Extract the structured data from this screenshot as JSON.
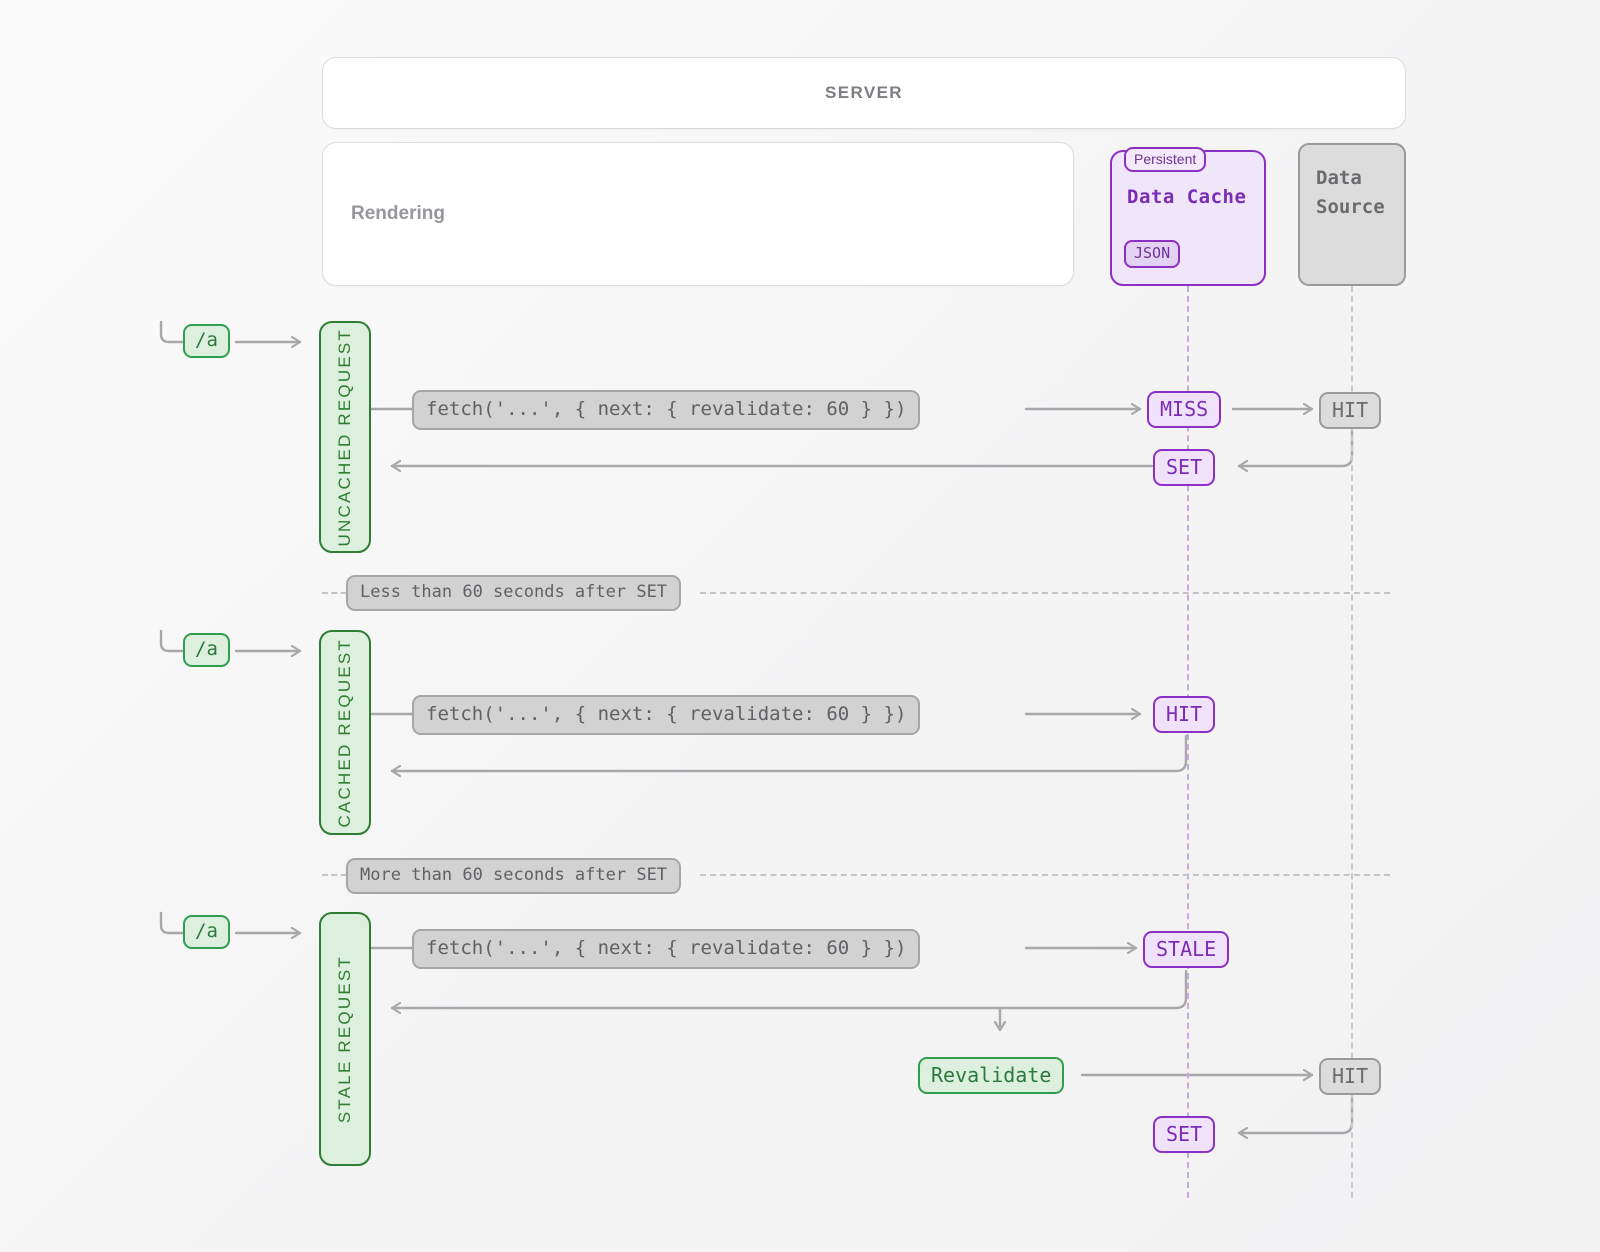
{
  "server": {
    "title": "SERVER"
  },
  "rendering": {
    "label": "Rendering"
  },
  "data_cache": {
    "title": "Data Cache",
    "persistent_chip": "Persistent",
    "json_chip": "JSON",
    "border_color": "#8c30c4",
    "fill_color": "#f0e6fa"
  },
  "data_source": {
    "label": "Data\nSource",
    "line1": "Data",
    "line2": "Source"
  },
  "code": {
    "fetch_call": "fetch('...', { next: { revalidate: 60 } })"
  },
  "route": {
    "path": "/a"
  },
  "sections": [
    {
      "id": "uncached",
      "label": "UNCACHED REQUEST",
      "route": "/a",
      "code": "fetch('...', { next: { revalidate: 60 } })",
      "cache_badge": "MISS",
      "source_badge": "HIT",
      "set_badge": "SET"
    },
    {
      "id": "cached",
      "label": "CACHED REQUEST",
      "route": "/a",
      "code": "fetch('...', { next: { revalidate: 60 } })",
      "cache_badge": "HIT"
    },
    {
      "id": "stale",
      "label": "STALE REQUEST",
      "route": "/a",
      "code": "fetch('...', { next: { revalidate: 60 } })",
      "cache_badge": "STALE",
      "revalidate_badge": "Revalidate",
      "source_badge": "HIT",
      "set_badge": "SET"
    }
  ],
  "dividers": [
    {
      "id": "divider-less",
      "label": "Less than 60 seconds after SET"
    },
    {
      "id": "divider-more",
      "label": "More than 60 seconds after SET"
    }
  ],
  "colors": {
    "green_border": "#2f9e4f",
    "green_fill": "#ddf0de",
    "green_text": "#2a7a3d",
    "purple_border": "#8c30c4",
    "purple_fill": "#f0e2fb",
    "purple_text": "#7b2cb5",
    "gray_border": "#9a9a9a",
    "gray_fill": "#dcdcdc",
    "gray_text": "#6c6c70",
    "arrow": "#a8a8ab",
    "background": "#f7f7f7"
  }
}
